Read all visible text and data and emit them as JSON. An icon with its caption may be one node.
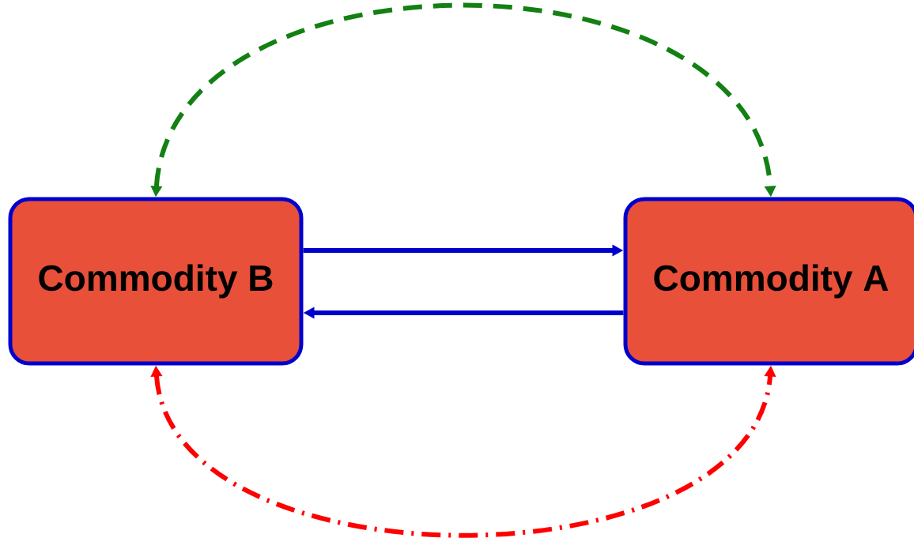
{
  "diagram": {
    "nodes": [
      {
        "text": [
          "Commodity B"
        ]
      },
      {
        "text": [
          "Commodity A"
        ]
      }
    ],
    "edges": [
      {
        "from": 0,
        "to": 1,
        "arrow": "both",
        "style": "dashed",
        "color": "#138013"
      },
      {
        "from": 0,
        "to": 1,
        "arrow": "to"
      },
      {
        "from": 1,
        "to": 0,
        "arrow": "to"
      },
      {
        "from": 0,
        "to": 1,
        "arrow": "both",
        "style": "dashed",
        "color": "#ff0000"
      }
    ]
  }
}
